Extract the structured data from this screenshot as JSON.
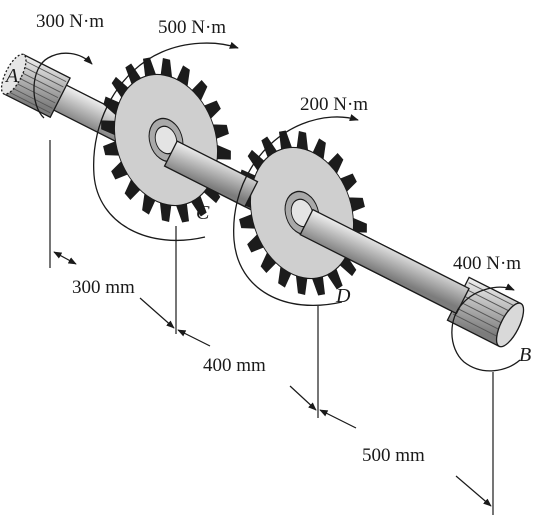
{
  "points": {
    "a": "A",
    "b": "B",
    "c": "C",
    "d": "D"
  },
  "torques": {
    "t_a": "300 N·m",
    "t_c": "500 N·m",
    "t_d": "200 N·m",
    "t_b": "400 N·m"
  },
  "dimensions": {
    "ac": "300 mm",
    "cd": "400 mm",
    "db": "500 mm"
  },
  "colors": {
    "line": "#1a1a1a",
    "gear_fill": "#cfcfcf",
    "gear_teeth": "#1c1c1c",
    "shaft": "#bdbdbd",
    "hub": "#a9a9a9"
  }
}
